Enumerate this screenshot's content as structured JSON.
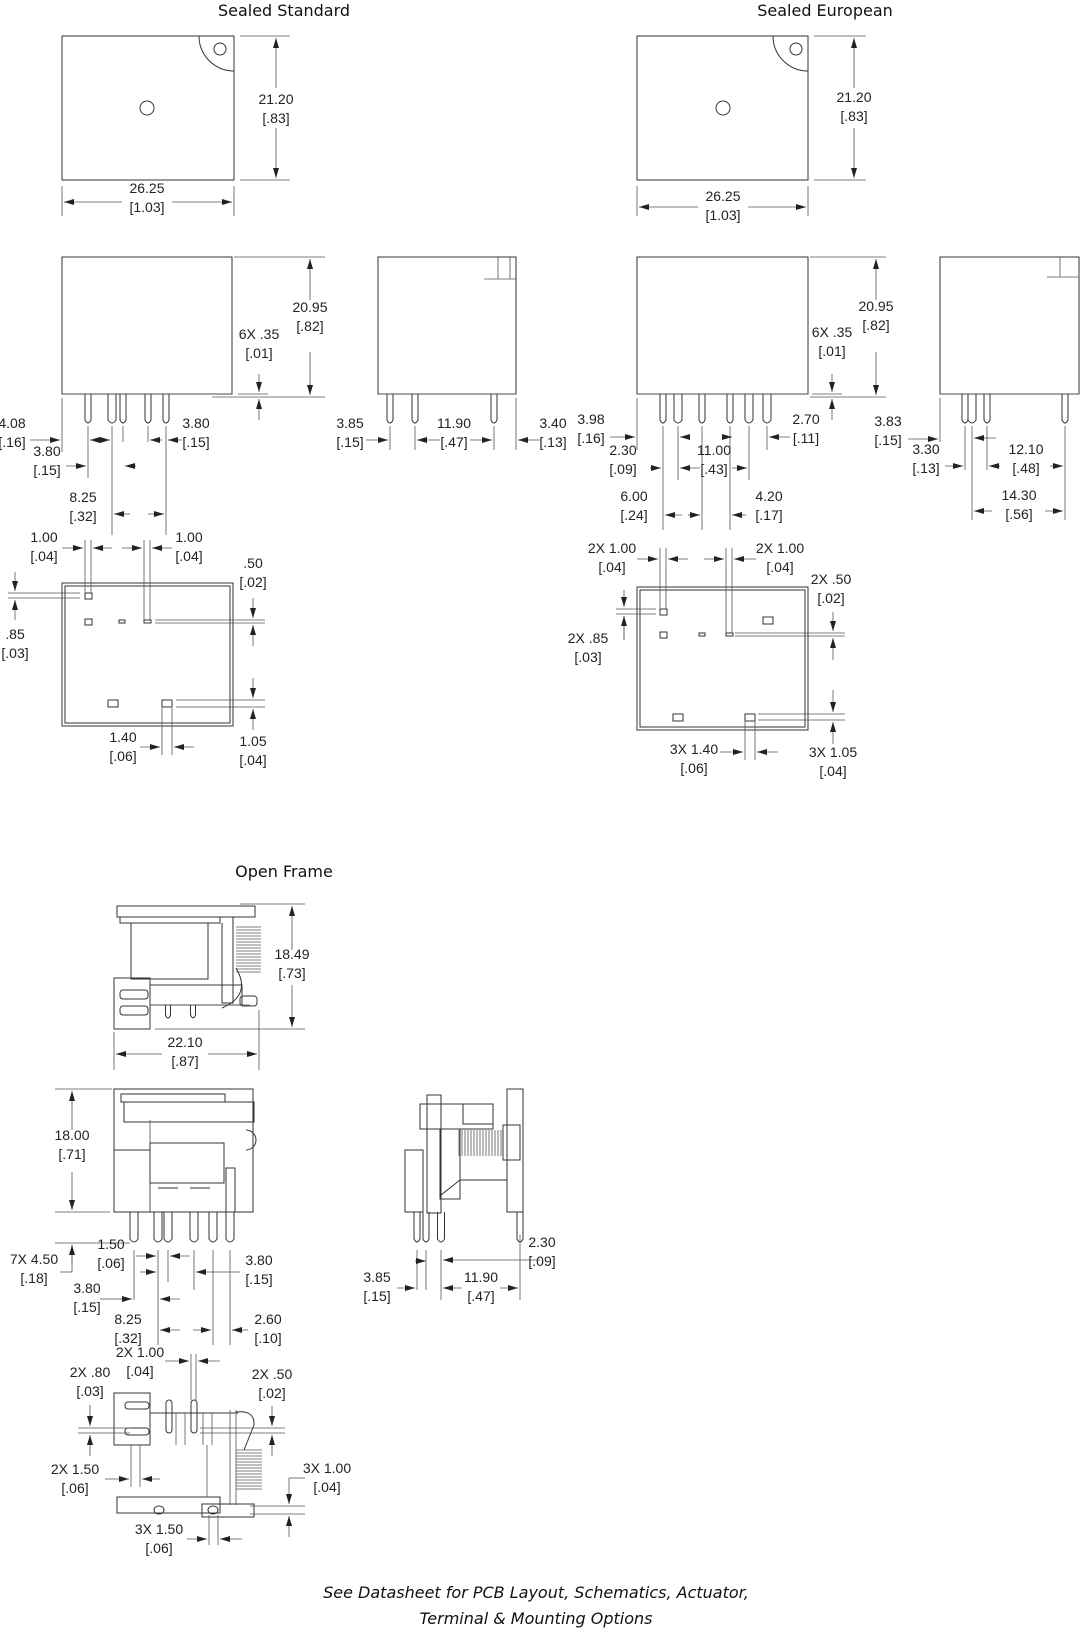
{
  "sealed_standard": {
    "title": "Sealed Standard",
    "dims": {
      "top_height": {
        "value": "21.20",
        "inch": "[.83]"
      },
      "top_width": {
        "value": "26.25",
        "inch": "[1.03]"
      },
      "front_height": {
        "value": "20.95",
        "inch": "[.82]"
      },
      "standoff": {
        "value": "6X .35",
        "inch": "[.01]"
      },
      "edge_pin": {
        "value": "4.08",
        "inch": "[.16]"
      },
      "pitch_left": {
        "value": "3.80",
        "inch": "[.15]"
      },
      "pitch_right": {
        "value": "3.80",
        "inch": "[.15]"
      },
      "span": {
        "value": "8.25",
        "inch": "[.32]"
      },
      "side_pin_left": {
        "value": "3.85",
        "inch": "[.15]"
      },
      "side_span": {
        "value": "11.90",
        "inch": "[.47]"
      },
      "side_pin_right": {
        "value": "3.40",
        "inch": "[.13]"
      },
      "pin_w_left": {
        "value": "1.00",
        "inch": "[.04]"
      },
      "pin_w_right": {
        "value": "1.00",
        "inch": "[.04]"
      },
      "pin_t_small": {
        "value": ".50",
        "inch": "[.02]"
      },
      "pin_t_left": {
        "value": ".85",
        "inch": "[.03]"
      },
      "pin_w_bottom": {
        "value": "1.40",
        "inch": "[.06]"
      },
      "pin_t_bottom": {
        "value": "1.05",
        "inch": "[.04]"
      }
    }
  },
  "sealed_european": {
    "title": "Sealed European",
    "dims": {
      "top_height": {
        "value": "21.20",
        "inch": "[.83]"
      },
      "top_width": {
        "value": "26.25",
        "inch": "[1.03]"
      },
      "front_height": {
        "value": "20.95",
        "inch": "[.82]"
      },
      "standoff": {
        "value": "6X .35",
        "inch": "[.01]"
      },
      "edge_pin": {
        "value": "3.98",
        "inch": "[.16]"
      },
      "pitch_a": {
        "value": "2.30",
        "inch": "[.09]"
      },
      "pitch_b": {
        "value": "11.00",
        "inch": "[.43]"
      },
      "pitch_c": {
        "value": "2.70",
        "inch": "[.11]"
      },
      "pitch_d": {
        "value": "6.00",
        "inch": "[.24]"
      },
      "pitch_e": {
        "value": "4.20",
        "inch": "[.17]"
      },
      "side_edge": {
        "value": "3.83",
        "inch": "[.15]"
      },
      "side_a": {
        "value": "3.30",
        "inch": "[.13]"
      },
      "side_b": {
        "value": "12.10",
        "inch": "[.48]"
      },
      "side_c": {
        "value": "14.30",
        "inch": "[.56]"
      },
      "pin_w_left": {
        "value": "2X 1.00",
        "inch": "[.04]"
      },
      "pin_w_right": {
        "value": "2X 1.00",
        "inch": "[.04]"
      },
      "pin_t_small": {
        "value": "2X .50",
        "inch": "[.02]"
      },
      "pin_t_left": {
        "value": "2X .85",
        "inch": "[.03]"
      },
      "pin_w_bottom": {
        "value": "3X 1.40",
        "inch": "[.06]"
      },
      "pin_t_bottom": {
        "value": "3X 1.05",
        "inch": "[.04]"
      }
    }
  },
  "open_frame": {
    "title": "Open Frame",
    "dims": {
      "top_height": {
        "value": "18.49",
        "inch": "[.73]"
      },
      "top_width": {
        "value": "22.10",
        "inch": "[.87]"
      },
      "front_height": {
        "value": "18.00",
        "inch": "[.71]"
      },
      "pin_length": {
        "value": "7X 4.50",
        "inch": "[.18]"
      },
      "pitch_a": {
        "value": "1.50",
        "inch": "[.06]"
      },
      "pitch_b": {
        "value": "3.80",
        "inch": "[.15]"
      },
      "pitch_c": {
        "value": "3.80",
        "inch": "[.15]"
      },
      "span": {
        "value": "8.25",
        "inch": "[.32]"
      },
      "pitch_d": {
        "value": "2.60",
        "inch": "[.10]"
      },
      "side_pin_left": {
        "value": "3.85",
        "inch": "[.15]"
      },
      "side_span": {
        "value": "11.90",
        "inch": "[.47]"
      },
      "side_pin_right": {
        "value": "2.30",
        "inch": "[.09]"
      },
      "slot_a": {
        "value": "2X .80",
        "inch": "[.03]"
      },
      "slot_b": {
        "value": "2X 1.00",
        "inch": "[.04]"
      },
      "slot_c": {
        "value": "2X .50",
        "inch": "[.02]"
      },
      "slot_d": {
        "value": "2X 1.50",
        "inch": "[.06]"
      },
      "slot_e": {
        "value": "3X 1.00",
        "inch": "[.04]"
      },
      "slot_f": {
        "value": "3X 1.50",
        "inch": "[.06]"
      }
    }
  },
  "footnote": {
    "line1": "See Datasheet for PCB Layout, Schematics, Actuator,",
    "line2": "Terminal & Mounting Options"
  }
}
